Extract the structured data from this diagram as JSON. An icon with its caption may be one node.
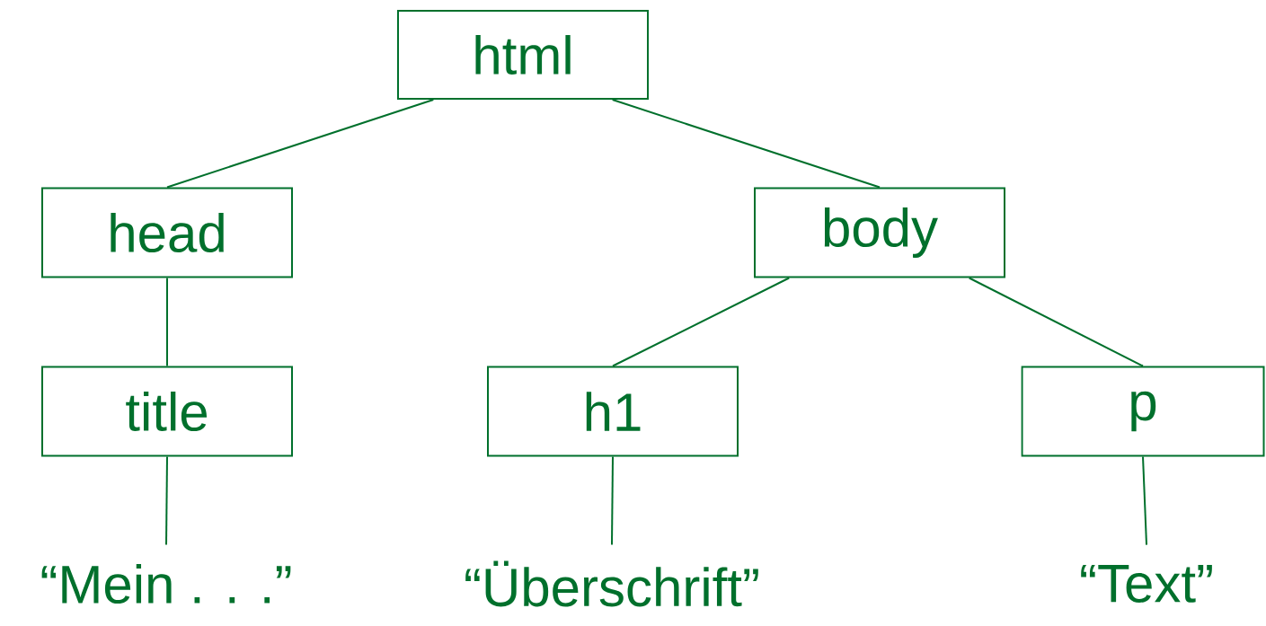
{
  "diagram": {
    "nodes": [
      {
        "text": [
          "html"
        ]
      },
      {
        "text": [
          "head"
        ]
      },
      {
        "text": [
          "body"
        ]
      },
      {
        "text": [
          "title"
        ]
      },
      {
        "text": [
          "h1"
        ]
      },
      {
        "text": [
          "p"
        ]
      },
      {
        "text": [
          "“Mein . . .”"
        ]
      },
      {
        "text": [
          "“Überschrift”"
        ]
      },
      {
        "text": [
          "“Text”"
        ]
      }
    ],
    "edges": [
      {
        "from": 0,
        "to": 1,
        "arrow": "none"
      },
      {
        "from": 0,
        "to": 2,
        "arrow": "none"
      },
      {
        "from": 1,
        "to": 3,
        "arrow": "none"
      },
      {
        "from": 2,
        "to": 4,
        "arrow": "none"
      },
      {
        "from": 2,
        "to": 5,
        "arrow": "none"
      },
      {
        "from": 3,
        "to": 6,
        "arrow": "none"
      },
      {
        "from": 4,
        "to": 7,
        "arrow": "none"
      },
      {
        "from": 5,
        "to": 8,
        "arrow": "none"
      }
    ]
  }
}
